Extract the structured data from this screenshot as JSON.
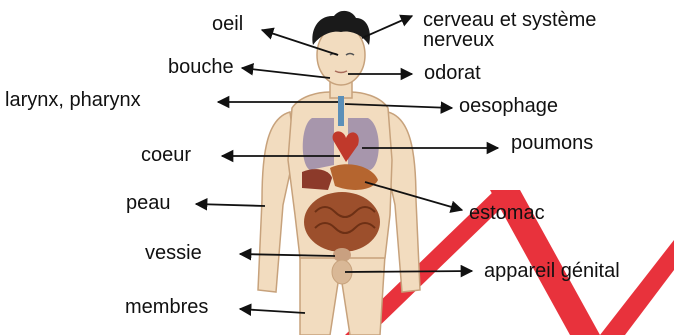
{
  "labels": {
    "oeil": "oeil",
    "cerveau_line1": "cerveau et système",
    "cerveau_line2": "nerveux",
    "bouche": "bouche",
    "odorat": "odorat",
    "larynx_pharynx": "larynx, pharynx",
    "oesophage": "oesophage",
    "poumons": "poumons",
    "coeur": "coeur",
    "peau": "peau",
    "estomac": "estomac",
    "vessie": "vessie",
    "appareil_genital": "appareil génital",
    "membres": "membres"
  },
  "colors": {
    "text": "#111111",
    "arrow": "#111111",
    "skin": "#f2dcbf",
    "skin_outline": "#c7a27c",
    "hair": "#1a1a1a",
    "lungs": "#9a8aa8",
    "heart": "#c0392b",
    "stomach": "#b5652f",
    "intestines": "#9c4f2c",
    "watermark": "#e8323c"
  },
  "icons": [
    "arrow-icon"
  ]
}
